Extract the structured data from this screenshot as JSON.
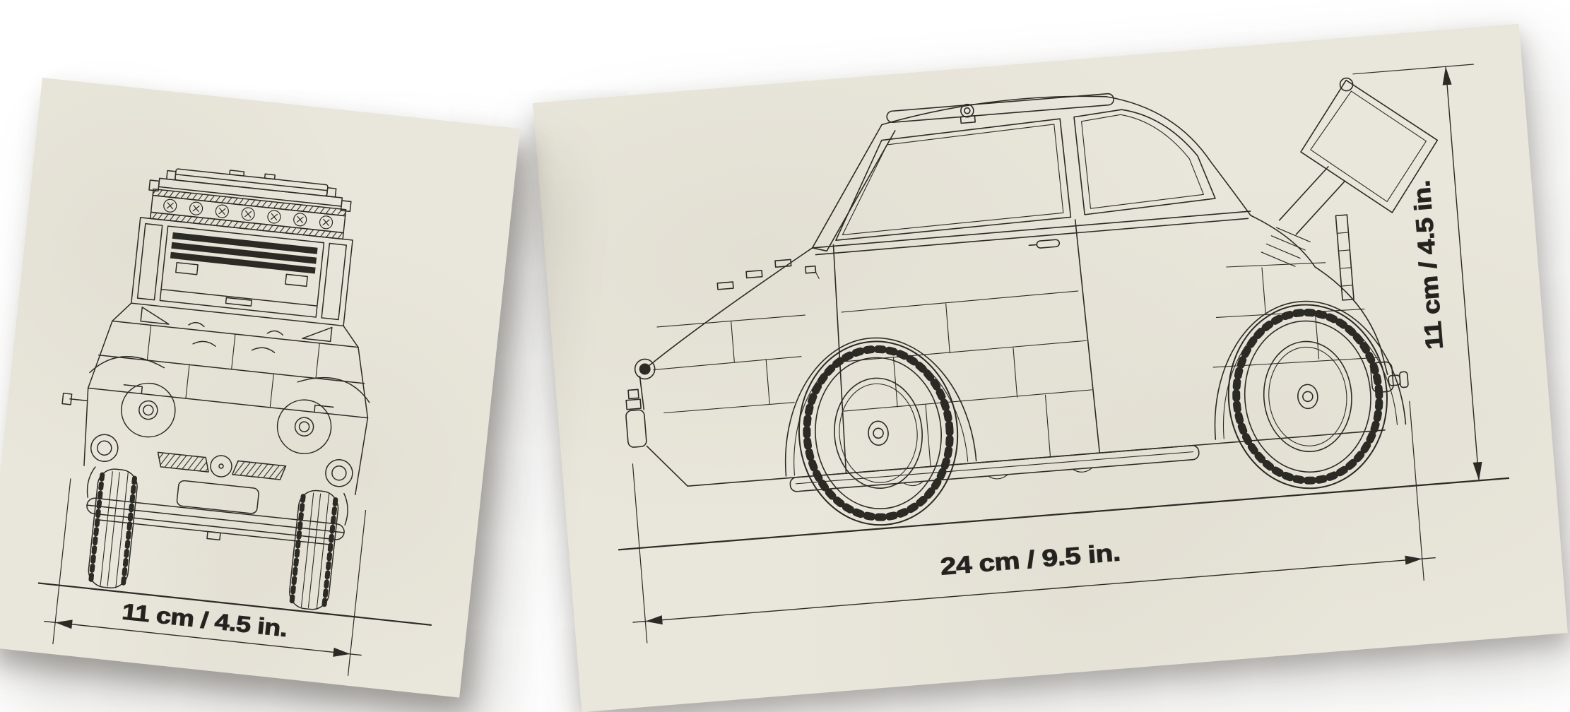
{
  "colors": {
    "background": "#ffffff",
    "paper": "#e9e6db",
    "ink": "#2c2a25",
    "text": "#23221f"
  },
  "front_sheet": {
    "width_label": "11 cm / 4.5 in."
  },
  "side_sheet": {
    "length_label": "24 cm / 9.5 in.",
    "height_label": "11 cm / 4.5 in."
  }
}
